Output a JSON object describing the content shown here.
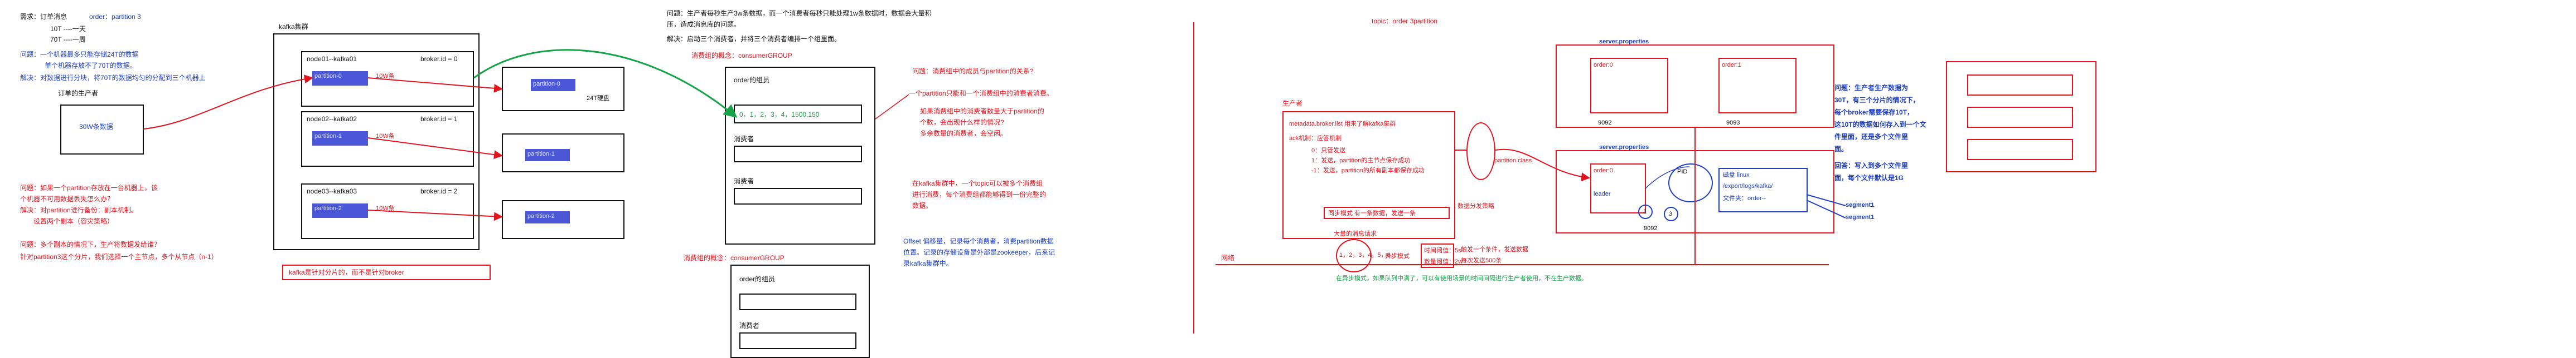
{
  "s1": {
    "req": "需求：订单消息",
    "topic": "order：partition 3",
    "l1": "10T ----一天",
    "l2": "70T ----一周",
    "q1": "问题：一个机器最多只能存储24T的数据",
    "q1b": "单个机器存放不了70T的数据。",
    "sol1": "解决：对数据进行分块，将70T的数据均匀的分配到三个机器上",
    "producer_title": "订单的生产者",
    "producer_msg": "30W条数据",
    "q2": "问题：如果一个partition存放在一台机器上，该",
    "q2b": "个机器不可用数据丢失怎么办？",
    "sol2": "解决：对partition进行备份：副本机制。",
    "sol2b": "设置两个副本（容灾策略）",
    "q3": "问题：多个副本的情况下，生产将数据发给谁？",
    "sol3": "针对partition3这个分片，我们选择一个主节点，多个从节点（n-1）"
  },
  "s2": {
    "cluster": "kafka集群",
    "n1": "node01--kafka01",
    "b1": "broker.id = 0",
    "n2": "node02--kafka02",
    "b2": "broker.id = 1",
    "n3": "node03--kafka03",
    "b3": "broker.id = 2",
    "p0": "partition-0",
    "p1": "partition-1",
    "p2": "partition-2",
    "w": "10W条",
    "r0": "partition-0",
    "r1": "partition-1",
    "r2": "partition-2",
    "r0_disk": "24T硬盘",
    "note": "kafka是针对分片的，而不是针对broker"
  },
  "s3": {
    "q1": "问题：生产者每秒生产3w条数据，而一个消费者每秒只能处理1w条数据时，数据会大量积",
    "q1b": "压，造成消息库的问题。",
    "sol": "解决：启动三个消费者，并将三个消费者编排一个组里面。",
    "cg1": "消费组的概念：consumerGROUP",
    "cg2": "消费组的概念：consumerGROUP",
    "g1_title": "order的组员",
    "g1_data": "0，1，2，3，4，1500,150",
    "consumer": "消费者",
    "g2_title": "order的组员",
    "q2": "问题：消费组中的成员与partition的关系?",
    "a1": "一个partition只能和一个消费组中的消费者消费。",
    "a2": "如果消费组中的消费者数量大于partition的",
    "a2b": "个数，会出现什么样的情况?",
    "a2c": "多余数量的消费者，会空闲。",
    "a3": "在kafka集群中，一个topic可以被多个消费组",
    "a3b": "进行消费，每个消费组都能够得到一份完整的",
    "a3c": "数据。",
    "offset1": "Offset 偏移量，记录每个消费者，消费partition数据",
    "offset2": "位置。记录的存储设备是外部是zookeeper，后来记",
    "offset3": "录kafka集群中。"
  },
  "s4": {
    "topic": "topic：order 3partition",
    "producer": "生产者",
    "meta": "metadata.broker.list 用来了解kafka集群",
    "ack": "ack机制：应答机制",
    "ack0": "0：只管发送",
    "ack1": "1：发送，partition的主节点保存成功",
    "ackm1": "-1：发送，partition的所有副本都保存成功",
    "pclass": "partition.class",
    "sync": "同步模式 有一条数据，发送一条",
    "async": "异步模式",
    "diskopt": "数据分发策略",
    "batch": "大量的消息请求",
    "seq": "1，2，3，4，5，6，",
    "time": "时间阈值：5s",
    "count": "数量阈值：2w",
    "t1": "触发一个条件，发送数据",
    "t2": "每次发送500条",
    "green_note": "在异步模式，如果队列中满了，可以有使用场景的时间间隔进行生产者使用，不在生产数据。",
    "net": "网络",
    "sp1": "server.properties",
    "sp2": "server.properties",
    "order0a": "order:0",
    "order1": "order:1",
    "order0b": "order:0",
    "p9092": "9092",
    "p9093": "9093",
    "p9092b": "9092",
    "leader": "leader",
    "pid": "PID",
    "sn1": "1",
    "sn3": "3",
    "linux_title": "磁盘  linux",
    "linux_path": "/export/logs/kafka/",
    "linux_dir": "文件夹：order--",
    "seg1": "segment1",
    "seg2": "segment1"
  },
  "s5": {
    "q": "问题：生产者生产数据为",
    "q2": "30T，有三个分片的情况下，",
    "q3": "每个broker需要保存10T，",
    "q4": "这10T的数据如何存入到一个文",
    "q5": "件里面，还是多个文件里",
    "q6": "面。",
    "ans": "回答：写入到多个文件里",
    "ans2": "面，每个文件默认是1G"
  }
}
